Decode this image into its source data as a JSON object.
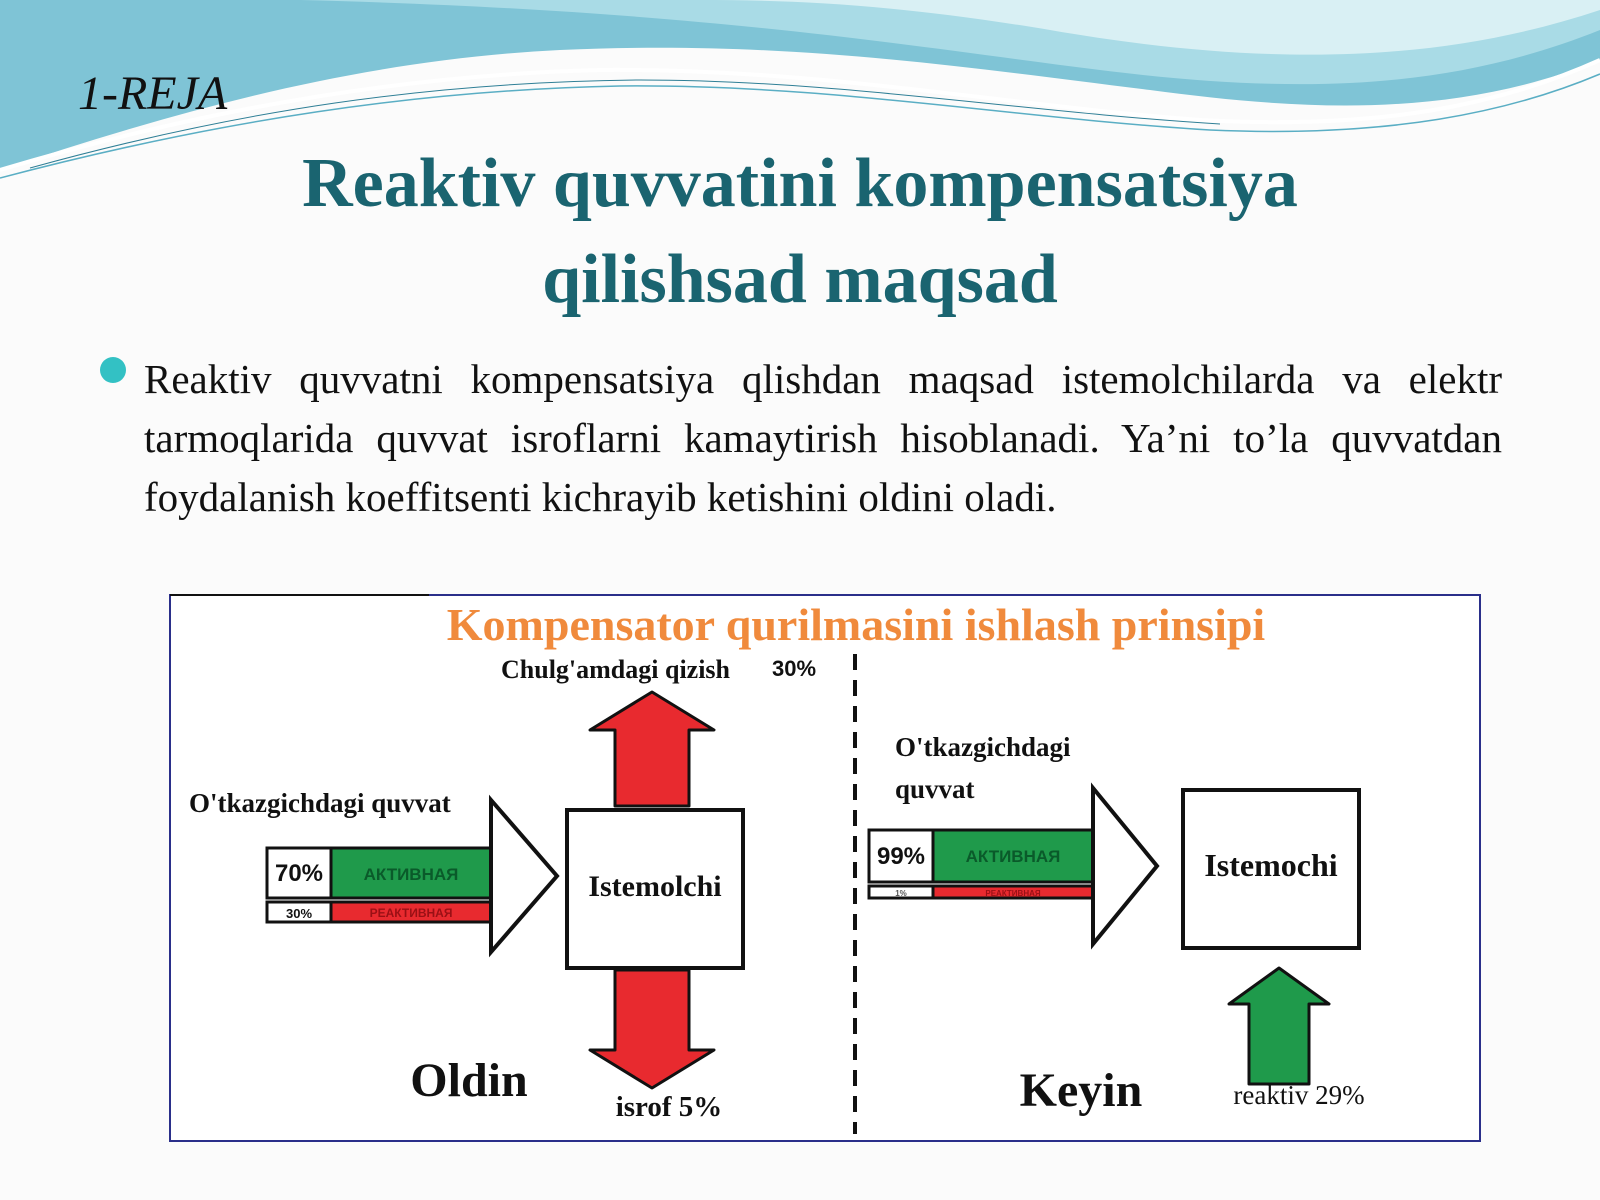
{
  "slide": {
    "label": "1-REJA",
    "title_line1": "Reaktiv quvvatini kompensatsiya",
    "title_line2": "qilishsad maqsad",
    "paragraph": "Reaktiv quvvatni kompensatsiya qlishdan maqsad istemolchilarda va elektr tarmoqlarida quvvat isroflarni kamaytirish hisoblanadi. Ya’ni to’la quvvatdan foydalanish koeffitsenti kichrayib ketishini oldini oladi."
  },
  "diagram": {
    "title": "Kompensator qurilmasini ishlash prinsipi",
    "before": {
      "heat_label": "Chulg'amdagi qizish",
      "heat_value": "30%",
      "line_label": "O'tkazgichdagi quvvat",
      "active_pct": "70%",
      "active_word": "АКТИВНАЯ",
      "reactive_pct": "30%",
      "reactive_word": "РЕАКТИВНАЯ",
      "consumer": "Istemolchi",
      "loss_label": "isrof 5%",
      "caption": "Oldin"
    },
    "after": {
      "line_label_1": "O'tkazgichdagi",
      "line_label_2": "quvvat",
      "active_pct": "99%",
      "active_word": "АКТИВНАЯ",
      "reactive_pct": "1%",
      "reactive_word": "РЕАКТИВНАЯ",
      "consumer": "Istemochi",
      "caption": "Keyin",
      "reactive_label": "reaktiv 29%"
    }
  },
  "colors": {
    "title": "#1a6470",
    "accent_orange": "#f08a3c",
    "active_green": "#1f9a4b",
    "reactive_red": "#e82a2f",
    "bullet": "#33c1c4",
    "frame": "#2a2f8a"
  }
}
